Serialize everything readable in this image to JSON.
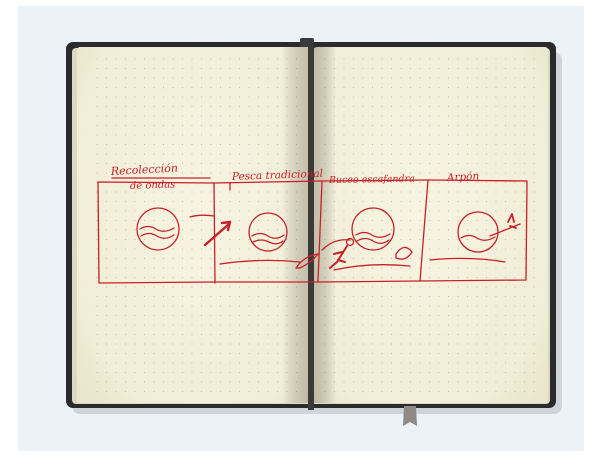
{
  "sketch": {
    "panels": [
      {
        "label_line1": "Recolección",
        "label_line2": "de ondas"
      },
      {
        "label_line1": "Pesca tradicional"
      },
      {
        "label_line1": "Buceo escafandra"
      },
      {
        "label_line1": "Arpón"
      }
    ]
  },
  "colors": {
    "background": "#ecf2f6",
    "cover": "#2b2b2d",
    "paper": "#f4f1dc",
    "ink": "#c8202a"
  },
  "icons": {
    "elastic_band": "vertical-elastic-band",
    "ribbon_marker": "ribbon-bookmark-icon"
  }
}
